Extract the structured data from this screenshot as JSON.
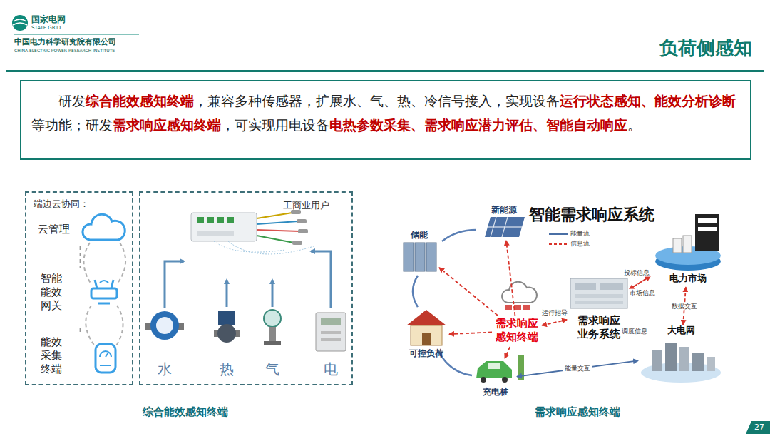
{
  "diagram": {
    "title": "负荷侧感知",
    "nodes": [
      {
        "text": [
          "研发",
          "综合能效感知终端",
          "，兼容多种传感器，扩展水、气、热、冷信号接入，实现设备",
          "运行状态感知、能效分析诊断",
          "等功能；研发",
          "需求响应感知终端",
          "，可实现用电设备",
          "电热参数采集、需求响应潜力评估、智能自动响应",
          "。"
        ]
      },
      {
        "text": [
          "端边云协同："
        ]
      },
      {
        "text": [
          "云管理"
        ],
        "in": 1
      },
      {
        "text": [
          "智能能效网关"
        ],
        "in": 1
      },
      {
        "text": [
          "能效采集终端"
        ],
        "in": 1
      },
      {
        "text": [
          "工商业用户"
        ]
      },
      {
        "text": [
          "水"
        ],
        "in": 5
      },
      {
        "text": [
          "热"
        ],
        "in": 5
      },
      {
        "text": [
          "气"
        ],
        "in": 5
      },
      {
        "text": [
          "电"
        ],
        "in": 5
      },
      {
        "text": [
          "新能源"
        ]
      },
      {
        "text": [
          "储能"
        ]
      },
      {
        "text": [
          "需求响应感知终端"
        ]
      },
      {
        "text": [
          "需求响应业务系统"
        ]
      },
      {
        "text": [
          "电力市场"
        ]
      },
      {
        "text": [
          "可控负荷"
        ]
      },
      {
        "text": [
          "充电桩"
        ]
      },
      {
        "text": [
          "大电网"
        ]
      }
    ],
    "edges": [
      {
        "from": 2,
        "to": 3,
        "arrow": "none"
      },
      {
        "from": 3,
        "to": 4,
        "arrow": "none"
      },
      {
        "from": 12,
        "to": 10,
        "arrow": "to"
      },
      {
        "from": 12,
        "to": 11,
        "arrow": "to"
      },
      {
        "from": 12,
        "to": 15,
        "arrow": "to"
      },
      {
        "from": 12,
        "to": 16,
        "arrow": "to"
      },
      {
        "from": 12,
        "to": 13,
        "label": "运行指导",
        "arrow": "both"
      },
      {
        "from": 13,
        "to": 14,
        "label": "投标信息",
        "arrow": "to"
      },
      {
        "from": 14,
        "to": 13,
        "label": "市场信息",
        "arrow": "to"
      },
      {
        "from": 14,
        "to": 17,
        "label": "数据交互",
        "arrow": "both"
      },
      {
        "from": 13,
        "to": 17,
        "label": "调度信息",
        "arrow": "to"
      },
      {
        "from": 16,
        "to": 17,
        "label": "能量交互",
        "arrow": "both"
      }
    ],
    "labels": [
      "国家电网",
      "STATE GRID",
      "中国电力科学研究院有限公司",
      "CHINA ELECTRIC POWER RESEARCH INSTITUTE",
      "智能需求响应系统",
      "综合能效感知终端",
      "需求响应感知终端",
      "27"
    ],
    "legend": [
      {
        "text": "能量流"
      },
      {
        "text": "信息流"
      }
    ]
  }
}
